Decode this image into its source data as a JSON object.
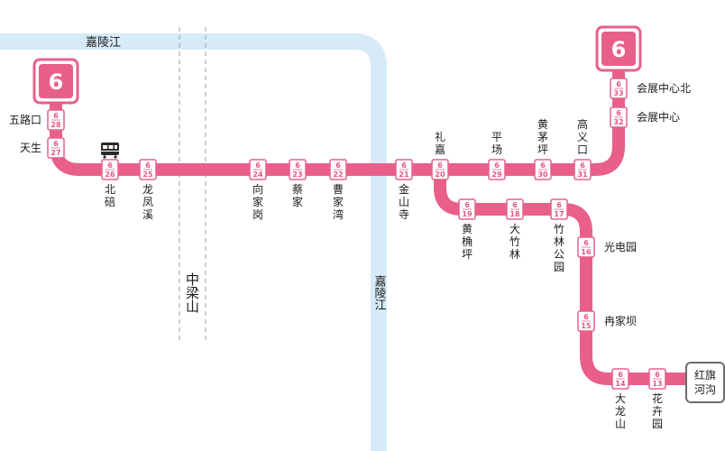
{
  "line": {
    "number": "6",
    "color": "#e8608a",
    "river_color": "#d6ebf7"
  },
  "rivers": {
    "upper_label": "嘉陵江",
    "vertical_label": "嘉陵江"
  },
  "mountain": {
    "label": "中梁山"
  },
  "stations": [
    {
      "id": "33",
      "code_top": "6",
      "code_bot": "33",
      "name": "会展中心北"
    },
    {
      "id": "32",
      "code_top": "6",
      "code_bot": "32",
      "name": "会展中心"
    },
    {
      "id": "31",
      "code_top": "6",
      "code_bot": "31",
      "name": "高义口"
    },
    {
      "id": "30",
      "code_top": "6",
      "code_bot": "30",
      "name": "黄茅坪"
    },
    {
      "id": "29",
      "code_top": "6",
      "code_bot": "29",
      "name": "平场"
    },
    {
      "id": "20",
      "code_top": "6",
      "code_bot": "20",
      "name": "礼嘉"
    },
    {
      "id": "21",
      "code_top": "6",
      "code_bot": "21",
      "name": "金山寺"
    },
    {
      "id": "22",
      "code_top": "6",
      "code_bot": "22",
      "name": "曹家湾"
    },
    {
      "id": "23",
      "code_top": "6",
      "code_bot": "23",
      "name": "蔡家"
    },
    {
      "id": "24",
      "code_top": "6",
      "code_bot": "24",
      "name": "向家岗"
    },
    {
      "id": "25",
      "code_top": "6",
      "code_bot": "25",
      "name": "龙凤溪"
    },
    {
      "id": "26",
      "code_top": "6",
      "code_bot": "26",
      "name": "北碚"
    },
    {
      "id": "27",
      "code_top": "6",
      "code_bot": "27",
      "name": "天生"
    },
    {
      "id": "28",
      "code_top": "6",
      "code_bot": "28",
      "name": "五路口"
    },
    {
      "id": "19",
      "code_top": "6",
      "code_bot": "19",
      "name": "黄桷坪"
    },
    {
      "id": "18",
      "code_top": "6",
      "code_bot": "18",
      "name": "大竹林"
    },
    {
      "id": "17",
      "code_top": "6",
      "code_bot": "17",
      "name": "竹林公园"
    },
    {
      "id": "16",
      "code_top": "6",
      "code_bot": "16",
      "name": "光电园"
    },
    {
      "id": "15",
      "code_top": "6",
      "code_bot": "15",
      "name": "冉家坝"
    },
    {
      "id": "14",
      "code_top": "6",
      "code_bot": "14",
      "name": "大龙山"
    },
    {
      "id": "13",
      "code_top": "6",
      "code_bot": "13",
      "name": "花卉园"
    }
  ],
  "transfer": {
    "name": "红旗河沟"
  },
  "icons": {
    "tram": "tram-icon"
  }
}
